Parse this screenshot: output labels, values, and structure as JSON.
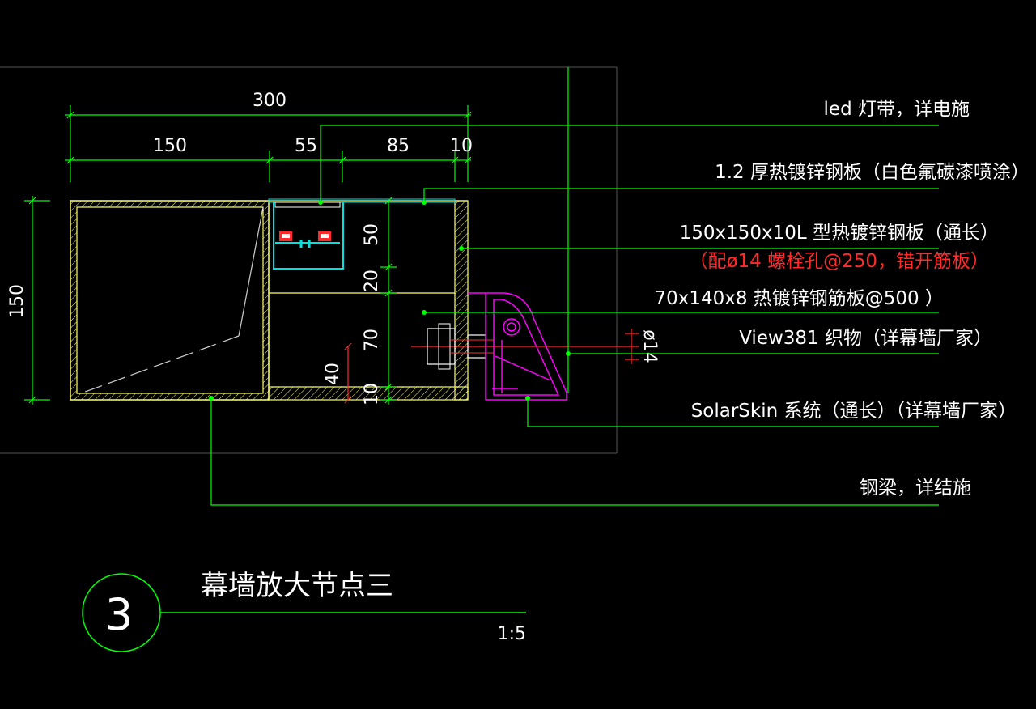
{
  "drawing": {
    "dimensions": {
      "overall_width": "300",
      "segment_1": "150",
      "segment_2": "55",
      "segment_3": "85",
      "segment_4": "10",
      "overall_height": "150",
      "inner_1": "50",
      "inner_2": "20",
      "inner_3": "70",
      "inner_4": "10",
      "bolt_offset": "40",
      "bolt_diameter": "ø14"
    },
    "annotations": {
      "led": "led 灯带，详电施",
      "sheet": "1.2 厚热镀锌钢板（白色氟碳漆喷涂）",
      "angle": "150x150x10L  型热镀锌钢板（通长）",
      "bolt_note": "（配ø14 螺栓孔@250，错开筋板）",
      "rib": "70x140x8  热镀锌钢筋板@500 ）",
      "fabric": "View381  织物（详幕墙厂家）",
      "solarskin": "SolarSkin  系统（通长）（详幕墙厂家）",
      "beam": "钢梁，详结施"
    },
    "title_block": {
      "number": "3",
      "title": "幕墙放大节点三",
      "scale": "1:5"
    },
    "colors": {
      "background": "#000000",
      "leader": "#00ff00",
      "structure": "#ffff66",
      "profile": "#ff00ff",
      "bolt": "#ff2a2a",
      "frame": "#555555"
    }
  }
}
